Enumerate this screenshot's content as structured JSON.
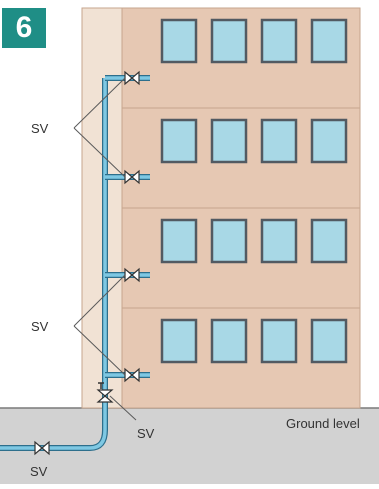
{
  "figure": {
    "number": "6",
    "labels": {
      "sv_upper": "SV",
      "sv_lower": "SV",
      "sv_main": "SV",
      "sv_ground": "SV",
      "ground_level": "Ground level"
    }
  },
  "colors": {
    "badge": "#1f8e86",
    "building_front": "#e6c8b3",
    "building_side": "#f1e2d4",
    "window_fill": "#a8d8e6",
    "window_frame": "#525a62",
    "pipe": "#3e9fc6",
    "ground": "#d2d2d2"
  }
}
